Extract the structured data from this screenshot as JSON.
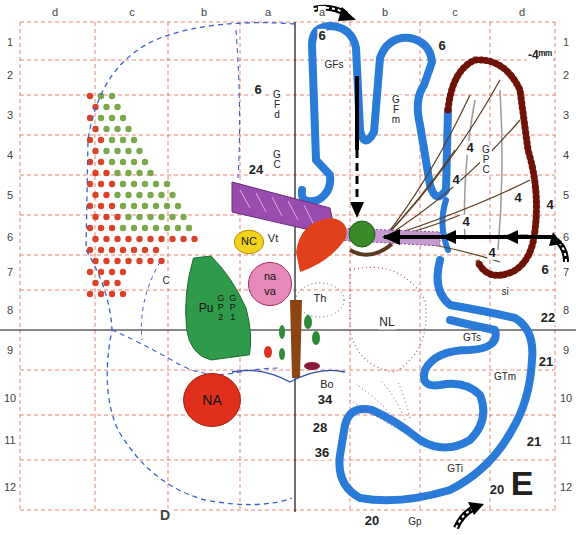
{
  "diagram": {
    "nodes": [
      {
        "text": [
          "NC"
        ]
      },
      {
        "text": [
          "Pu",
          "G P 2",
          "G P 1"
        ]
      },
      {
        "text": [
          "na",
          "va"
        ]
      },
      {
        "text": [
          "NA"
        ]
      }
    ],
    "labels": [
      "d",
      "c",
      "b",
      "a",
      "a",
      "b",
      "c",
      "d",
      "1",
      "2",
      "3",
      "4",
      "5",
      "6",
      "7",
      "8",
      "9",
      "10",
      "11",
      "12",
      "1",
      "2",
      "3",
      "4",
      "5",
      "6",
      "7",
      "8",
      "9",
      "10",
      "11",
      "12",
      "6",
      "6",
      "6",
      "-4ᵐᵐ",
      "4",
      "4",
      "4",
      "4",
      "4",
      "4",
      "6",
      "si",
      "22",
      "21",
      "21",
      "24",
      "34",
      "28",
      "36",
      "20",
      "20",
      "E",
      "D",
      "G F d",
      "G C",
      "GFs",
      "G F m",
      "G P C",
      "GTs",
      "GTm",
      "GTi",
      "Gp",
      "Vt",
      "Th",
      "NL",
      "Bo",
      "C"
    ]
  }
}
